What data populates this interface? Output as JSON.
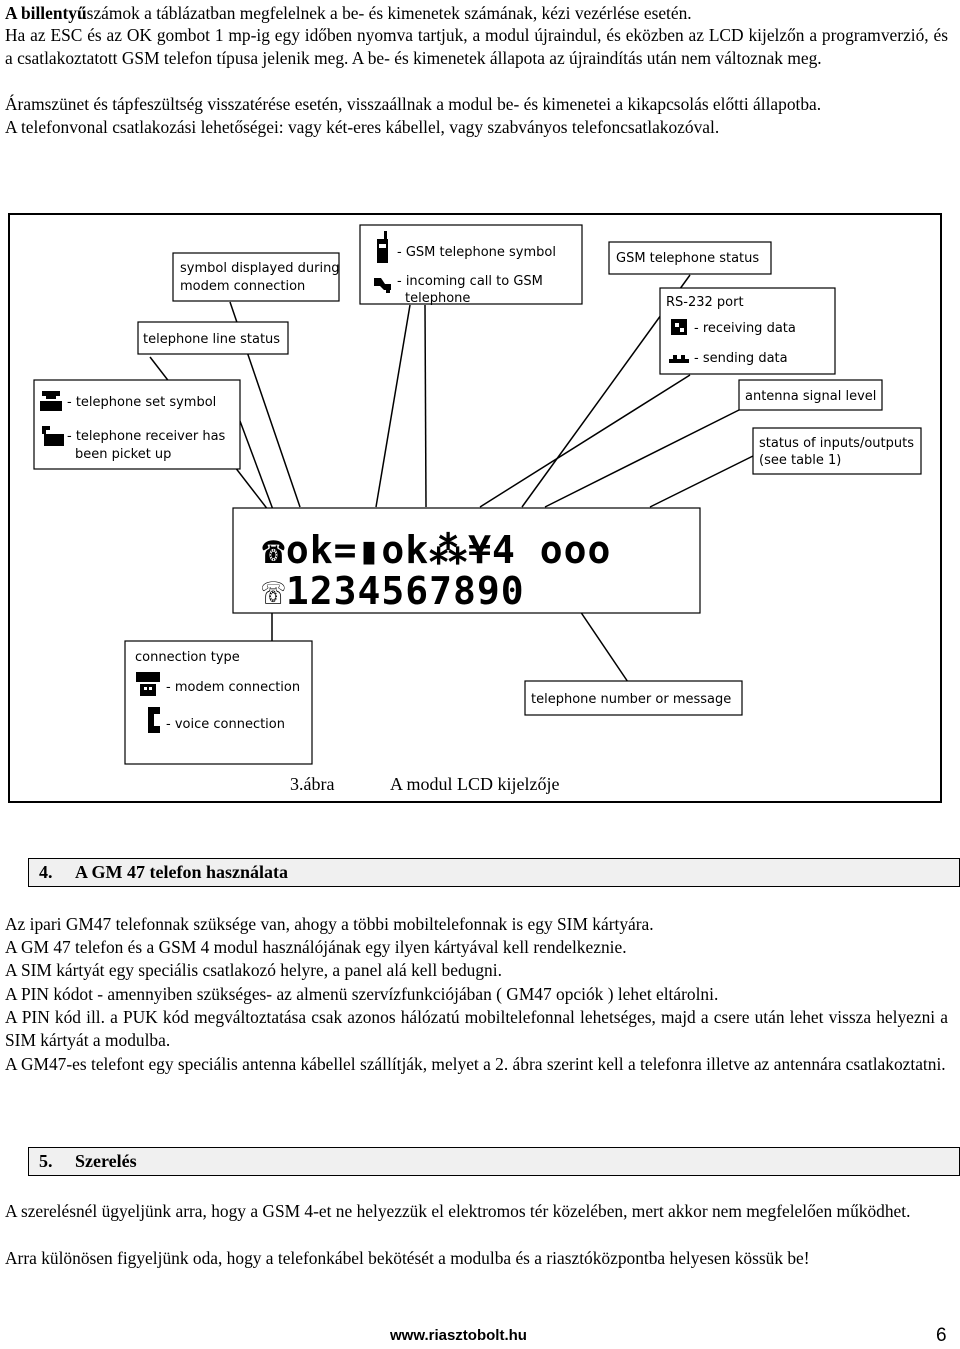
{
  "intro": {
    "p1_bold": "A billentyű",
    "p1_rest": "számok a táblázatban megfelelnek a be- és kimenetek számának, kézi vezérlése esetén.",
    "p2": "Ha az ESC és az OK gombot 1 mp-ig egy időben nyomva tartjuk, a modul újraindul, és eközben az LCD kijelzőn a programverzió, és a csatlakoztatott GSM telefon típusa jelenik meg. A be- és kimenetek állapota az újraindítás után nem változnak meg.",
    "p3": "Áramszünet és tápfeszültség visszatérése esetén, visszaállnak a modul be- és kimenetei a kikapcsolás előtti állapotba.",
    "p4": "A telefonvonal csatlakozási lehetőségei: vagy két-eres kábellel, vagy szabványos telefoncsatlakozóval."
  },
  "figure": {
    "labels": {
      "symbol_modem_1": "symbol displayed during",
      "symbol_modem_2": "modem connection",
      "telephone_line_status": "telephone line status",
      "gsm_symbol": "- GSM telephone symbol",
      "incoming_1": "- incoming call to GSM",
      "incoming_2": "telephone",
      "gsm_status": "GSM telephone status",
      "rs232": "RS-232 port",
      "receiving": "- receiving data",
      "sending": "- sending data",
      "set_symbol": "- telephone set symbol",
      "receiver_1": "- telephone receiver has",
      "receiver_2": "been picket up",
      "antenna": "antenna signal level",
      "io_1": "status of inputs/outputs",
      "io_2": "(see table 1)",
      "connection_type": "connection type",
      "modem_connection": "- modem connection",
      "voice_connection": "- voice connection",
      "tel_number": "telephone number or message"
    },
    "lcd_line1": "☎ok=▮ok⁂¥4  ooo",
    "lcd_line2": "☏1234567890",
    "caption_num": "3.ábra",
    "caption_text": "A modul LCD kijelzője"
  },
  "section4": {
    "num": "4.",
    "title": "A GM 47 telefon használata",
    "paras": [
      "Az ipari GM47 telefonnak szüksége van, ahogy a többi mobiltelefonnak is egy SIM kártyára.",
      "A GM 47 telefon és a GSM 4 modul használójának egy ilyen kártyával kell rendelkeznie.",
      "A SIM kártyát egy speciális csatlakozó helyre, a panel alá kell bedugni.",
      "A PIN kódot  - amennyiben szükséges- az almenü szervízfunkciójában ( GM47 opciók ) lehet eltárolni.",
      "A PIN kód ill. a PUK kód megváltoztatása csak  azonos hálózatú mobiltelefonnal lehetséges, majd a csere után lehet vissza helyezni a SIM kártyát a modulba.",
      "A GM47-es telefont egy speciális antenna kábellel szállítják, melyet a 2. ábra szerint kell a telefonra illetve az antennára csatlakoztatni."
    ]
  },
  "section5": {
    "num": "5.",
    "title": "Szerelés",
    "paras": [
      "A szerelésnél ügyeljünk arra, hogy a GSM 4-et ne helyezzük el elektromos tér közelében, mert akkor nem megfelelően működhet.",
      "Arra különösen figyeljünk oda, hogy a telefonkábel bekötését a  modulba és a riasztóközpontba helyesen kössük be!"
    ]
  },
  "footer": {
    "url": "www.riasztobolt.hu",
    "page": "6"
  }
}
